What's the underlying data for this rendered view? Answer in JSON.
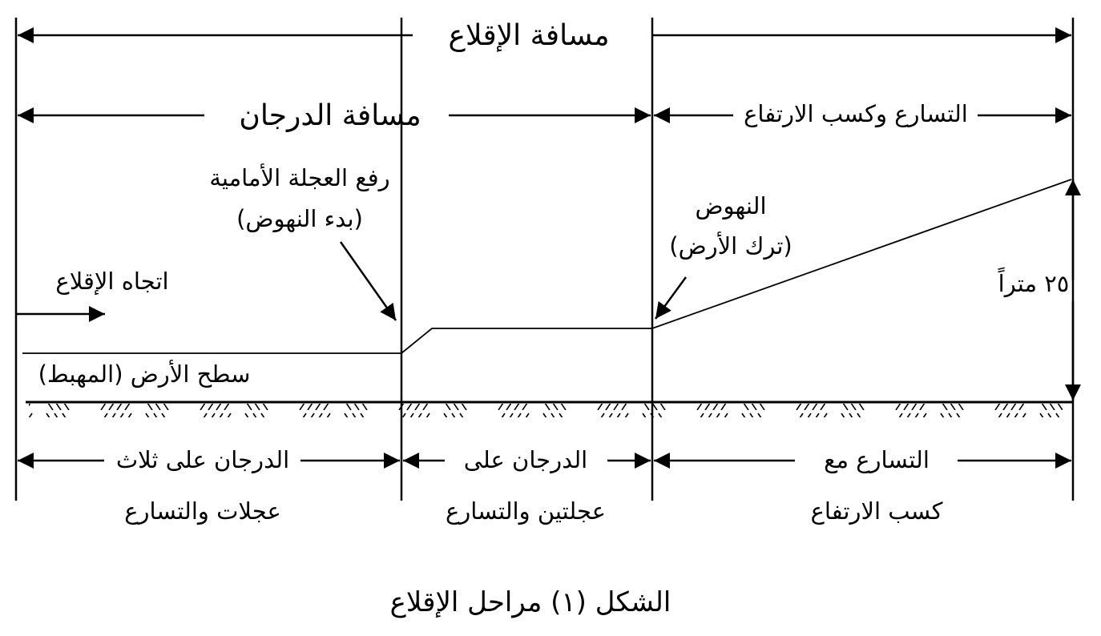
{
  "labels": {
    "takeoff_distance": "مسافة الإقلاع",
    "taxi_distance": "مسافة الدرجان",
    "accel_climb": "التسارع وكسب الارتفاع",
    "nose_lift_line1": "رفع العجلة الأمامية",
    "nose_lift_line2": "(بدء النهوض)",
    "liftoff_line1": "النهوض",
    "liftoff_line2": "(ترك الأرض)",
    "direction": "اتجاه الإقلاع",
    "ground_surface": "سطح الأرض (المهبط)",
    "height": "٢٥ متراً",
    "phase1_line1": "الدرجان على ثلاث",
    "phase1_line2": "عجلات والتسارع",
    "phase2_line1": "الدرجان على",
    "phase2_line2": "عجلتين والتسارع",
    "phase3_line1": "التسارع مع",
    "phase3_line2": "كسب الارتفاع",
    "caption": "الشكل (١) مراحل الإقلاع"
  }
}
